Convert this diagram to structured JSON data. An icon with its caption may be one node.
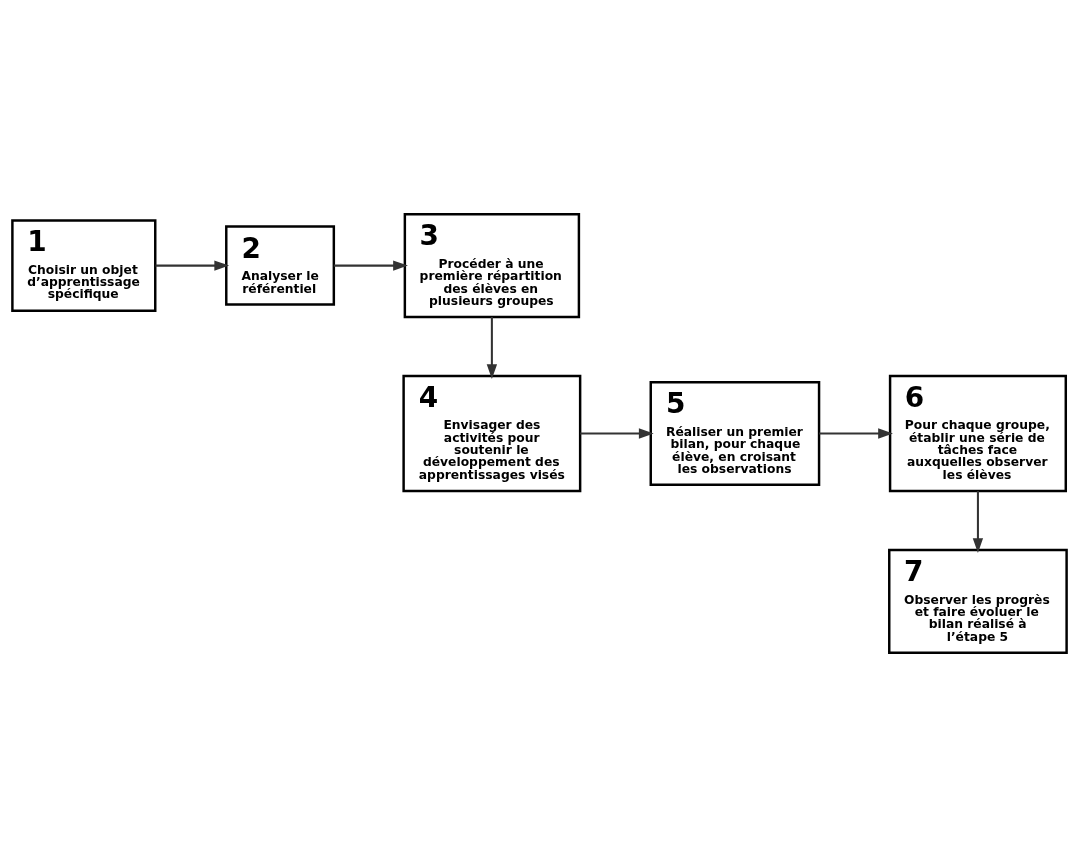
{
  "diagram": {
    "nodes": [
      {
        "text": [
          "1",
          "Choisir un objet d’apprentissage spécifique"
        ]
      },
      {
        "text": [
          "2",
          "Analyser le référentiel"
        ]
      },
      {
        "text": [
          "3",
          "Procéder à une première répartition des élèves en plusieurs groupes"
        ]
      },
      {
        "text": [
          "4",
          "Envisager des activités pour soutenir le développement des apprentissages visés"
        ]
      },
      {
        "text": [
          "5",
          "Réaliser un premier bilan, pour chaque élève, en croisant les observations"
        ]
      },
      {
        "text": [
          "6",
          "Pour chaque groupe, établir une série de tâches face auxquelles observer les élèves"
        ]
      },
      {
        "text": [
          "7",
          "Observer les progrès et faire évoluer le bilan réalisé à l’étape 5"
        ]
      }
    ],
    "edges": [
      {
        "from": 0,
        "to": 1,
        "arrow": "to"
      },
      {
        "from": 1,
        "to": 2,
        "arrow": "to"
      },
      {
        "from": 2,
        "to": 3,
        "arrow": "to"
      },
      {
        "from": 3,
        "to": 4,
        "arrow": "to"
      },
      {
        "from": 4,
        "to": 5,
        "arrow": "to"
      },
      {
        "from": 5,
        "to": 6,
        "arrow": "to"
      }
    ]
  }
}
